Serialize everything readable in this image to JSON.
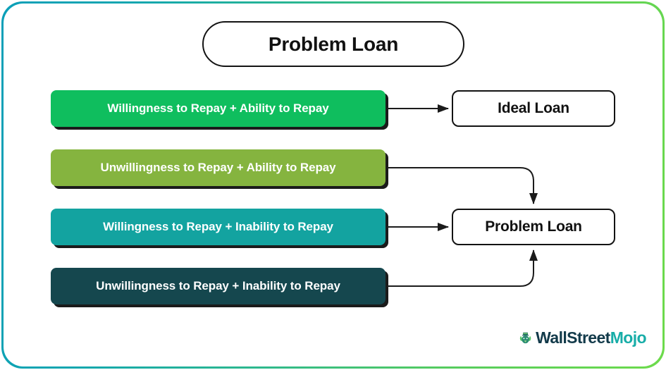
{
  "frame": {
    "gradient_start": "#0b9fb8",
    "gradient_end": "#6ddb4b"
  },
  "title": {
    "label": "Problem Loan"
  },
  "diagram": {
    "type": "flowchart",
    "inputs": [
      {
        "label": "Willingness to Repay + Ability to Repay",
        "color": "#0fbe5e",
        "target": "Ideal Loan"
      },
      {
        "label": "Unwillingness to Repay + Ability to Repay",
        "color": "#85b43f",
        "target": "Problem Loan"
      },
      {
        "label": "Willingness to Repay + Inability to Repay",
        "color": "#13a3a0",
        "target": "Problem Loan"
      },
      {
        "label": "Unwillingness to Repay + Inability to Repay",
        "color": "#15474e",
        "target": "Problem Loan"
      }
    ],
    "outcomes": [
      {
        "label": "Ideal Loan"
      },
      {
        "label": "Problem Loan"
      }
    ]
  },
  "logo": {
    "name_primary": "WallStreet",
    "name_secondary": "Mojo",
    "color_primary": "#123a4a",
    "color_secondary": "#18ada8",
    "icon": "wallstreetmojo-bull-icon"
  }
}
